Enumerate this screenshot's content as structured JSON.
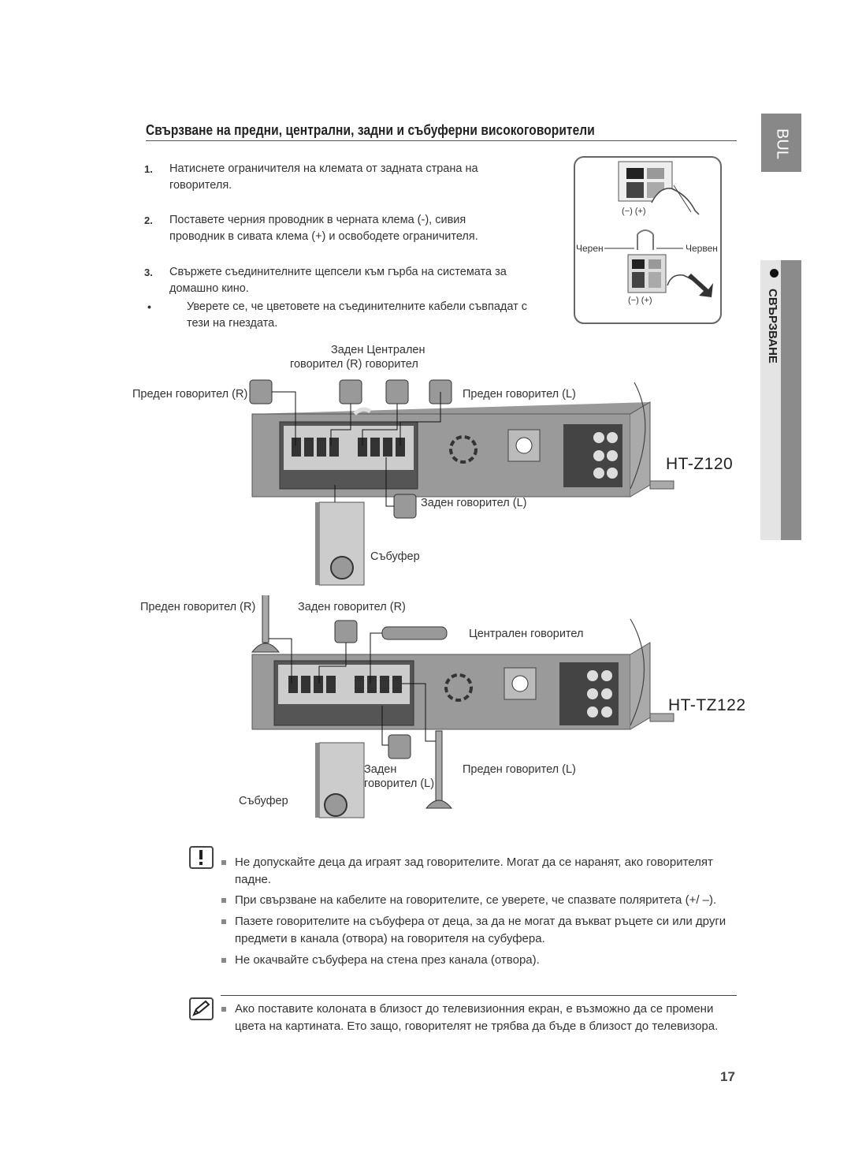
{
  "lang_tab": "BUL",
  "section_tab": "СВЪРЗВАНЕ",
  "title": "Свързване на предни, централни, задни и събуферни високоговорители",
  "steps": [
    {
      "num": "1.",
      "text": "Натиснете ограничителя на клемата от задната страна на говорителя."
    },
    {
      "num": "2.",
      "text": "Поставете черния проводник в черната клема (-), сивия проводник в сивата клема (+) и освободете ограничителя."
    },
    {
      "num": "3.",
      "text": "Свържете съединителните щепсели към гърба на системата за домашно кино."
    }
  ],
  "step3_bullet": "Уверете се, че цветовете на съединителните кабели съвпадат с тези на гнездата.",
  "terminal_diagram": {
    "polarity_top": "(−)  (+)",
    "polarity_bottom": "(−)  (+)",
    "black_label": "Черен",
    "red_label": "Червен"
  },
  "diagram1": {
    "model": "HT-Z120",
    "rear_header_1": "Заден  Централен",
    "rear_header_2": "говорител (R)  говорител",
    "front_r": "Преден говорител (R)",
    "front_l": "Преден говорител (L)",
    "rear_l": "Заден говорител (L)",
    "subwoofer": "Събуфер"
  },
  "diagram2": {
    "model": "HT-TZ122",
    "front_r": "Преден говорител (R)",
    "rear_r": "Заден говорител (R)",
    "center": "Централен говорител",
    "rear_l_1": "Заден",
    "rear_l_2": "говорител (L)",
    "front_l": "Преден говорител (L)",
    "subwoofer": "Събуфер"
  },
  "cautions": [
    "Не допускайте деца да играят зад говорителите. Могат да се наранят, ако говорителят падне.",
    "При свързване на кабелите на говорителите, се уверете, че спазвате поляритета (+/ –).",
    "Пазете говорителите на събуфера от деца, за да не могат да въкват ръцете си или други предмети в канала (отвора) на говорителя на субуфера.",
    "Не окачвайте събуфера на стена през канала (отвора)."
  ],
  "notes": [
    "Ако поставите колоната в близост до телевизионния екран, е възможно да се промени цвета на картината. Ето защо, говорителят не трябва да бъде в близост до телевизора."
  ],
  "page_number": "17"
}
